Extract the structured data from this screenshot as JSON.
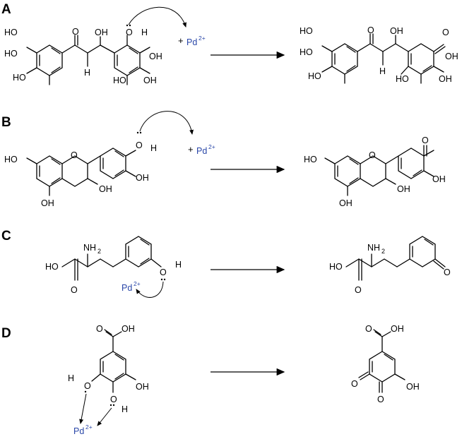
{
  "panels": [
    {
      "label": "A",
      "reagent": "+ Pd",
      "charge": "2+"
    },
    {
      "label": "B",
      "reagent": "+ Pd",
      "charge": "2+"
    },
    {
      "label": "C",
      "reagent": "Pd",
      "charge": "2+"
    },
    {
      "label": "D",
      "reagent": "Pd",
      "charge": "2+"
    }
  ],
  "atoms": {
    "HO": "HO",
    "OH": "OH",
    "O": "O",
    "H": "H",
    "NH2": "NH",
    "sub2": "2"
  },
  "colors": {
    "pd": "#2a47a8",
    "ink": "#000000"
  }
}
